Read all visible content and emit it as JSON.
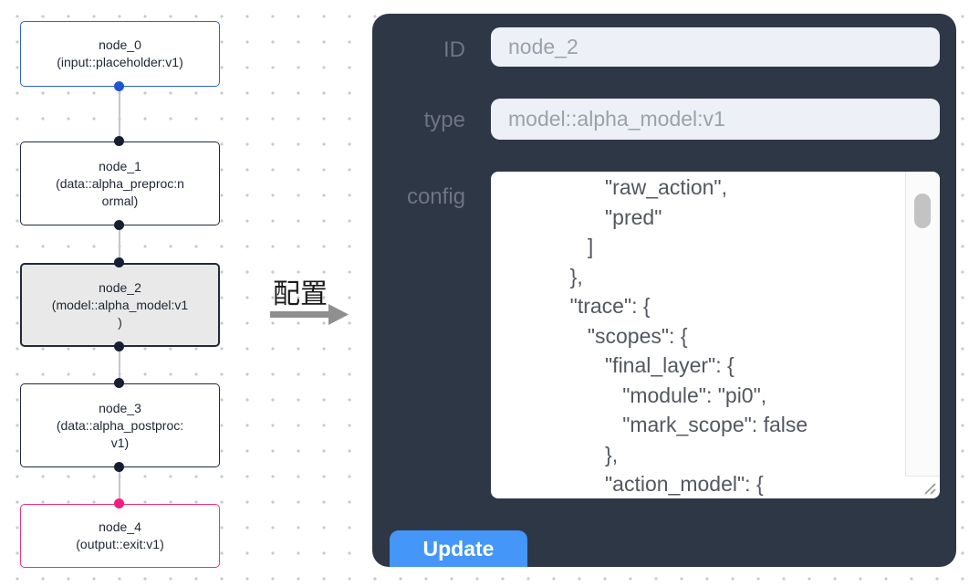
{
  "flow": {
    "nodes": [
      {
        "title": "node_0",
        "subtitle": "(input::placeholder:v1)",
        "kind": "input"
      },
      {
        "title": "node_1",
        "subtitle": "(data::alpha_preproc:n\normal)",
        "kind": "default"
      },
      {
        "title": "node_2",
        "subtitle": "(model::alpha_model:v1\n)",
        "kind": "selected"
      },
      {
        "title": "node_3",
        "subtitle": "(data::alpha_postproc:\nv1)",
        "kind": "default"
      },
      {
        "title": "node_4",
        "subtitle": "(output::exit:v1)",
        "kind": "output"
      }
    ]
  },
  "transition": {
    "label": "配置"
  },
  "panel": {
    "id_field": {
      "label": "ID",
      "value": "node_2"
    },
    "type_field": {
      "label": "type",
      "value": "model::alpha_model:v1"
    },
    "config_field": {
      "label": "config",
      "value": "                  \"raw_action\",\n                  \"pred\"\n               ]\n            },\n            \"trace\": {\n               \"scopes\": {\n                  \"final_layer\": {\n                     \"module\": \"pi0\",\n                     \"mark_scope\": false\n                  },\n                  \"action_model\": {"
    },
    "update_button": {
      "label": "Update"
    }
  },
  "colors": {
    "panel_bg": "#2e3746",
    "update_button": "#4496f8",
    "node_input_border": "#2c62d8",
    "node_default_border": "#202a39",
    "node_output_border": "#ec2e81",
    "selected_node_bg": "#e9e9e9",
    "port_input": "#1f55d0",
    "port_default": "#151e33",
    "port_output": "#f01f7e",
    "edge": "#c4c6ca"
  }
}
